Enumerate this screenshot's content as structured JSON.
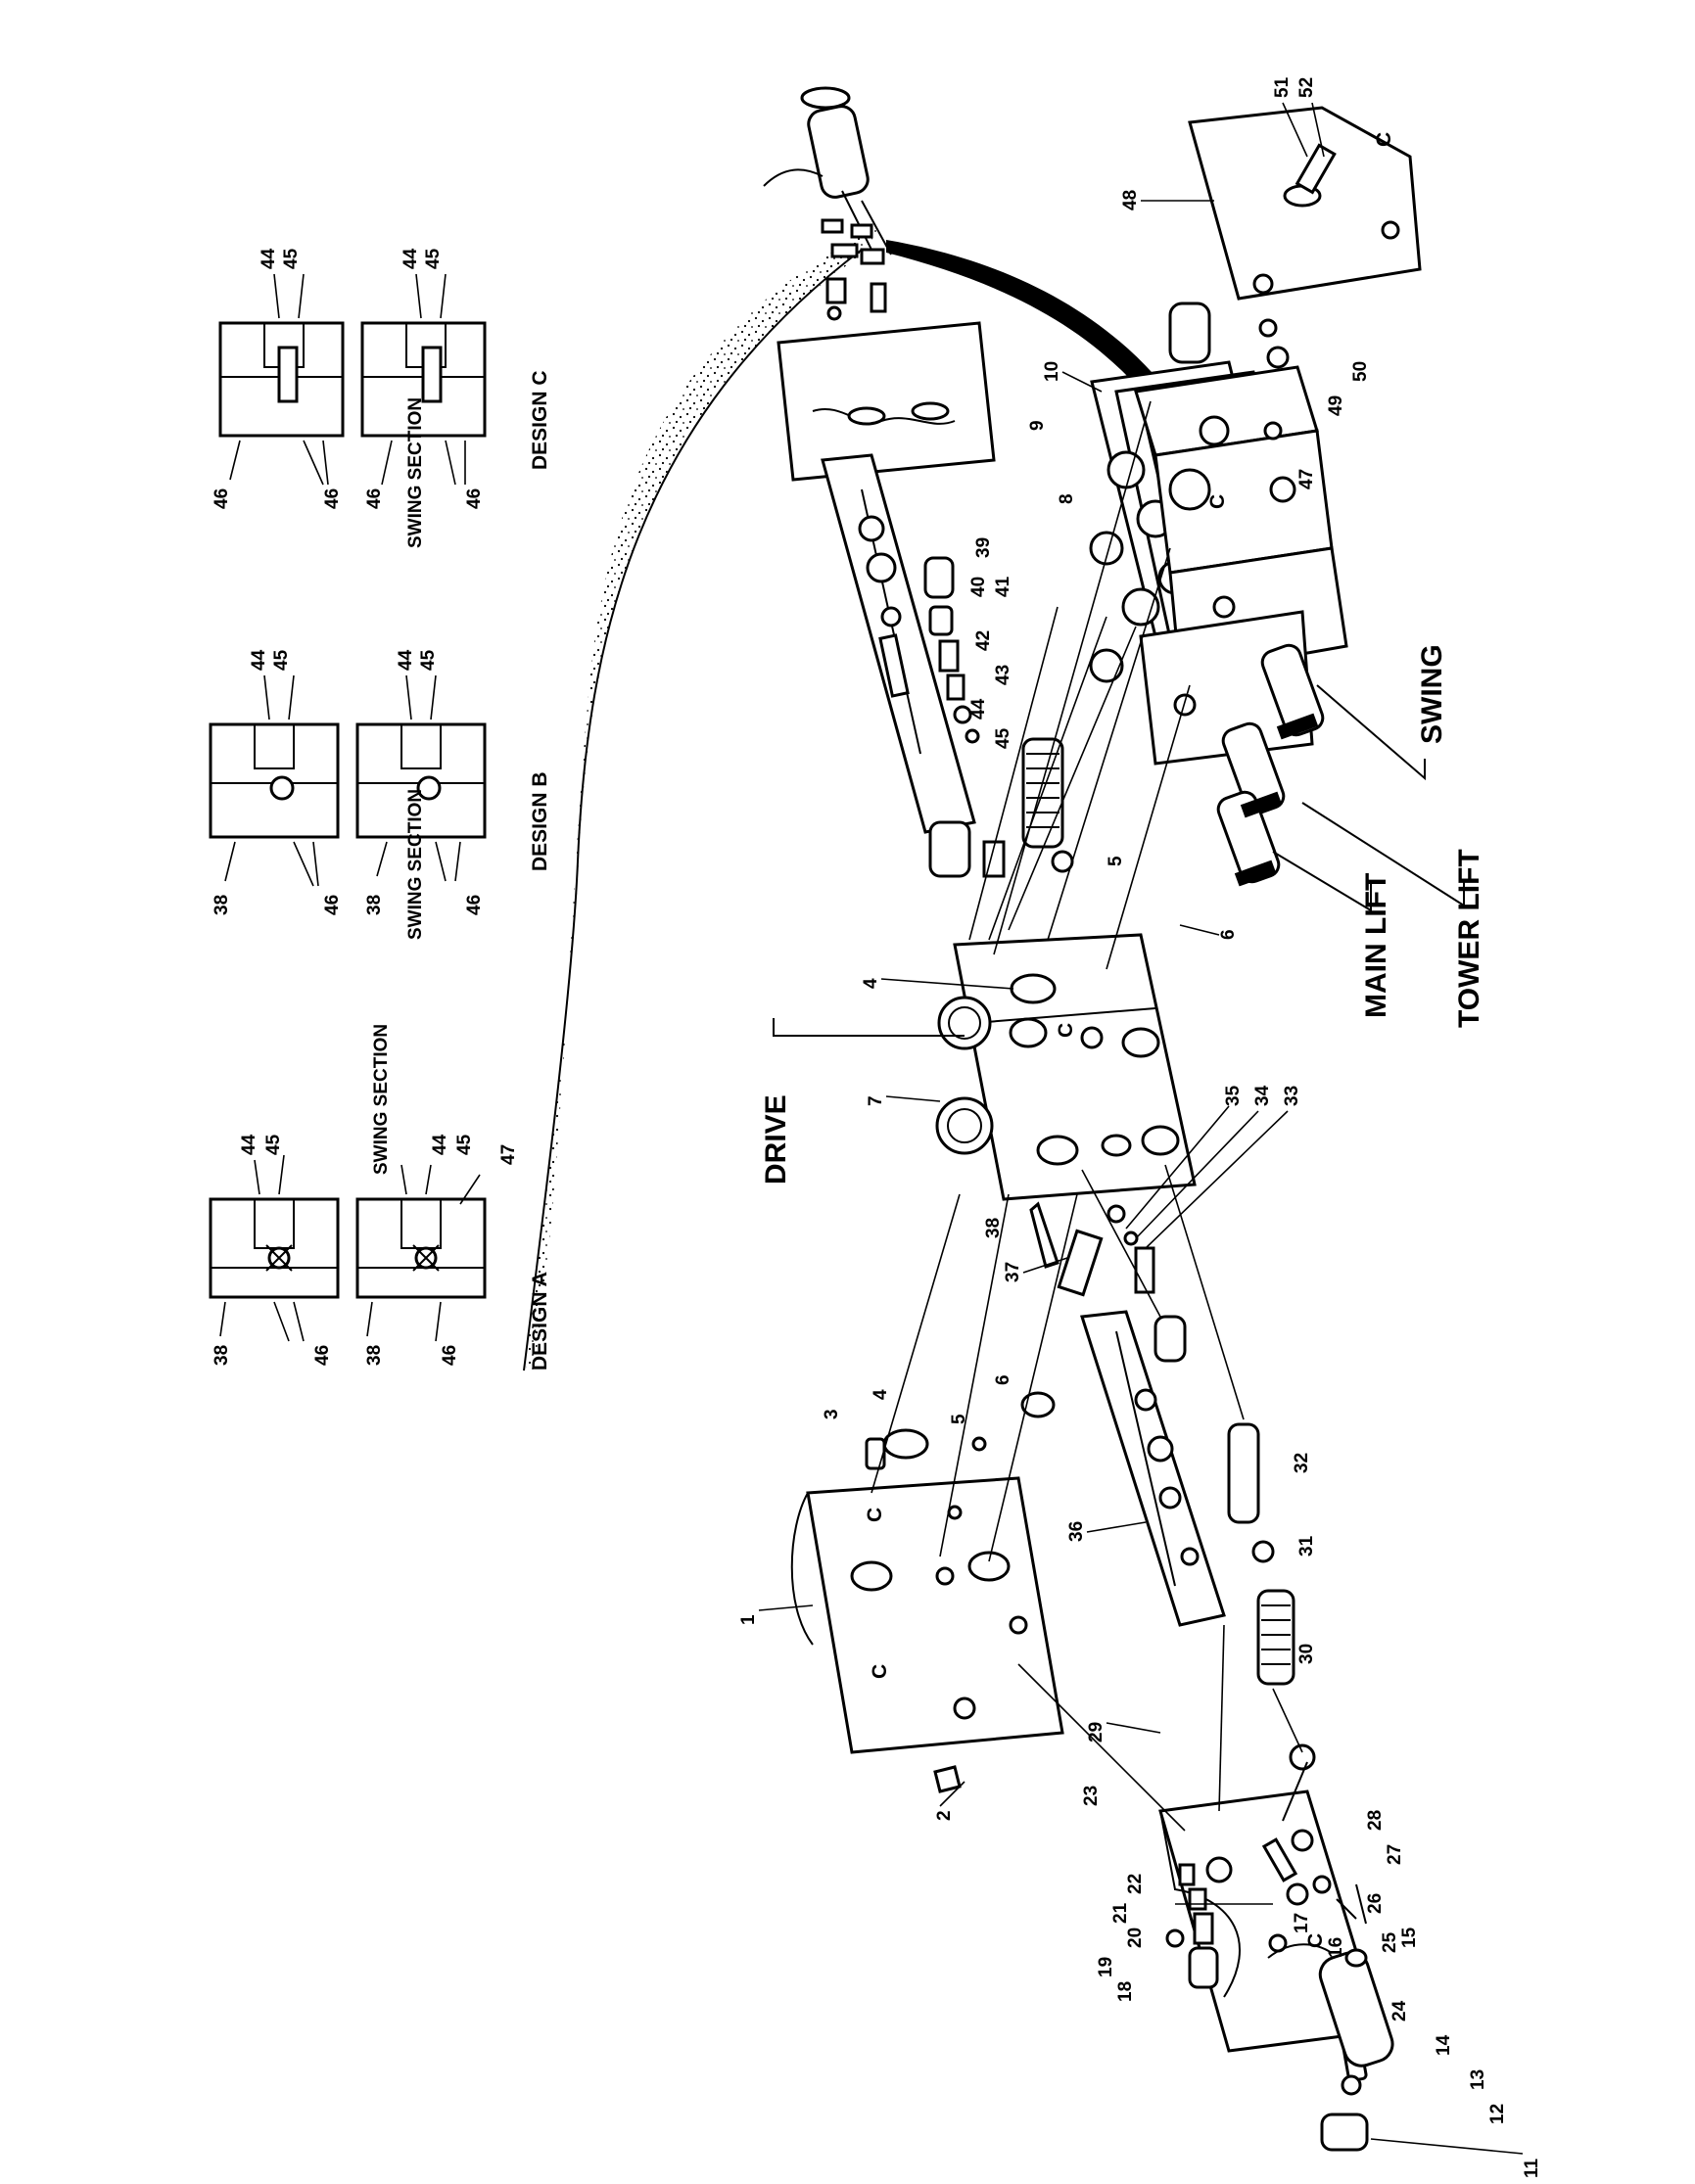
{
  "designs": {
    "a": {
      "title": "DESIGN A",
      "swing_section": "SWING SECTION",
      "numbers": [
        "44",
        "45",
        "38",
        "46",
        "44",
        "45",
        "47",
        "38",
        "46"
      ]
    },
    "b": {
      "title": "DESIGN B",
      "swing_section": "SWING SECTION",
      "numbers": [
        "44",
        "45",
        "38",
        "46",
        "44",
        "45",
        "38",
        "46"
      ]
    },
    "c": {
      "title": "DESIGN C",
      "swing_section": "SWING SECTION",
      "numbers": [
        "44",
        "45",
        "46",
        "46",
        "44",
        "45",
        "46",
        "46"
      ]
    }
  },
  "section_labels": {
    "drive": "DRIVE",
    "swing": "SWING",
    "main_lift": "MAIN LIFT",
    "tower_lift": "TOWER LIFT"
  },
  "block_marks": [
    "C",
    "C",
    "C",
    "C",
    "C",
    "C"
  ],
  "callouts": {
    "n1": "1",
    "n2": "2",
    "n3": "3",
    "n4a": "4",
    "n4b": "4",
    "n5a": "5",
    "n5b": "5",
    "n6a": "6",
    "n6b": "6",
    "n7": "7",
    "n8": "8",
    "n9": "9",
    "n10": "10",
    "n11": "11",
    "n12": "12",
    "n13": "13",
    "n14": "14",
    "n15": "15",
    "n16": "16",
    "n17": "17",
    "n18": "18",
    "n19": "19",
    "n20": "20",
    "n21": "21",
    "n22": "22",
    "n23": "23",
    "n24": "24",
    "n25": "25",
    "n26": "26",
    "n27": "27",
    "n28": "28",
    "n29": "29",
    "n30": "30",
    "n31": "31",
    "n32": "32",
    "n33": "33",
    "n34": "34",
    "n35": "35",
    "n36": "36",
    "n37": "37",
    "n38": "38",
    "n39": "39",
    "n40": "40",
    "n41": "41",
    "n42": "42",
    "n43": "43",
    "n44": "44",
    "n45": "45",
    "n47": "47",
    "n48": "48",
    "n49": "49",
    "n50": "50",
    "n51": "51",
    "n52": "52"
  }
}
